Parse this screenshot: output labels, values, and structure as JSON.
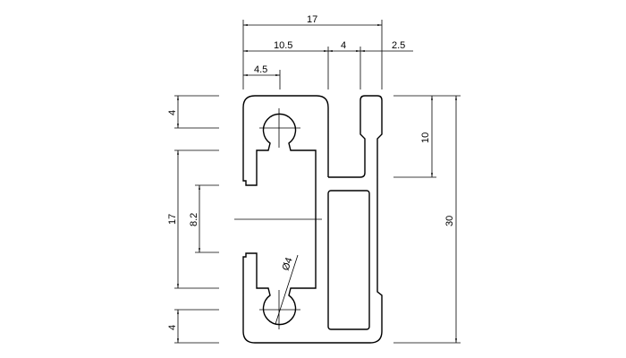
{
  "drawing": {
    "title": "Aluminium profile cross-section",
    "dimensions": {
      "overall_width": "17",
      "width_10_5": "10.5",
      "width_4": "4",
      "width_2_5": "2.5",
      "width_4_5": "4.5",
      "left_top_4": "4",
      "left_17": "17",
      "left_8_2": "8.2",
      "left_bottom_4": "4",
      "right_10": "10",
      "overall_height": "30",
      "hole_diameter": "Ø4"
    }
  }
}
